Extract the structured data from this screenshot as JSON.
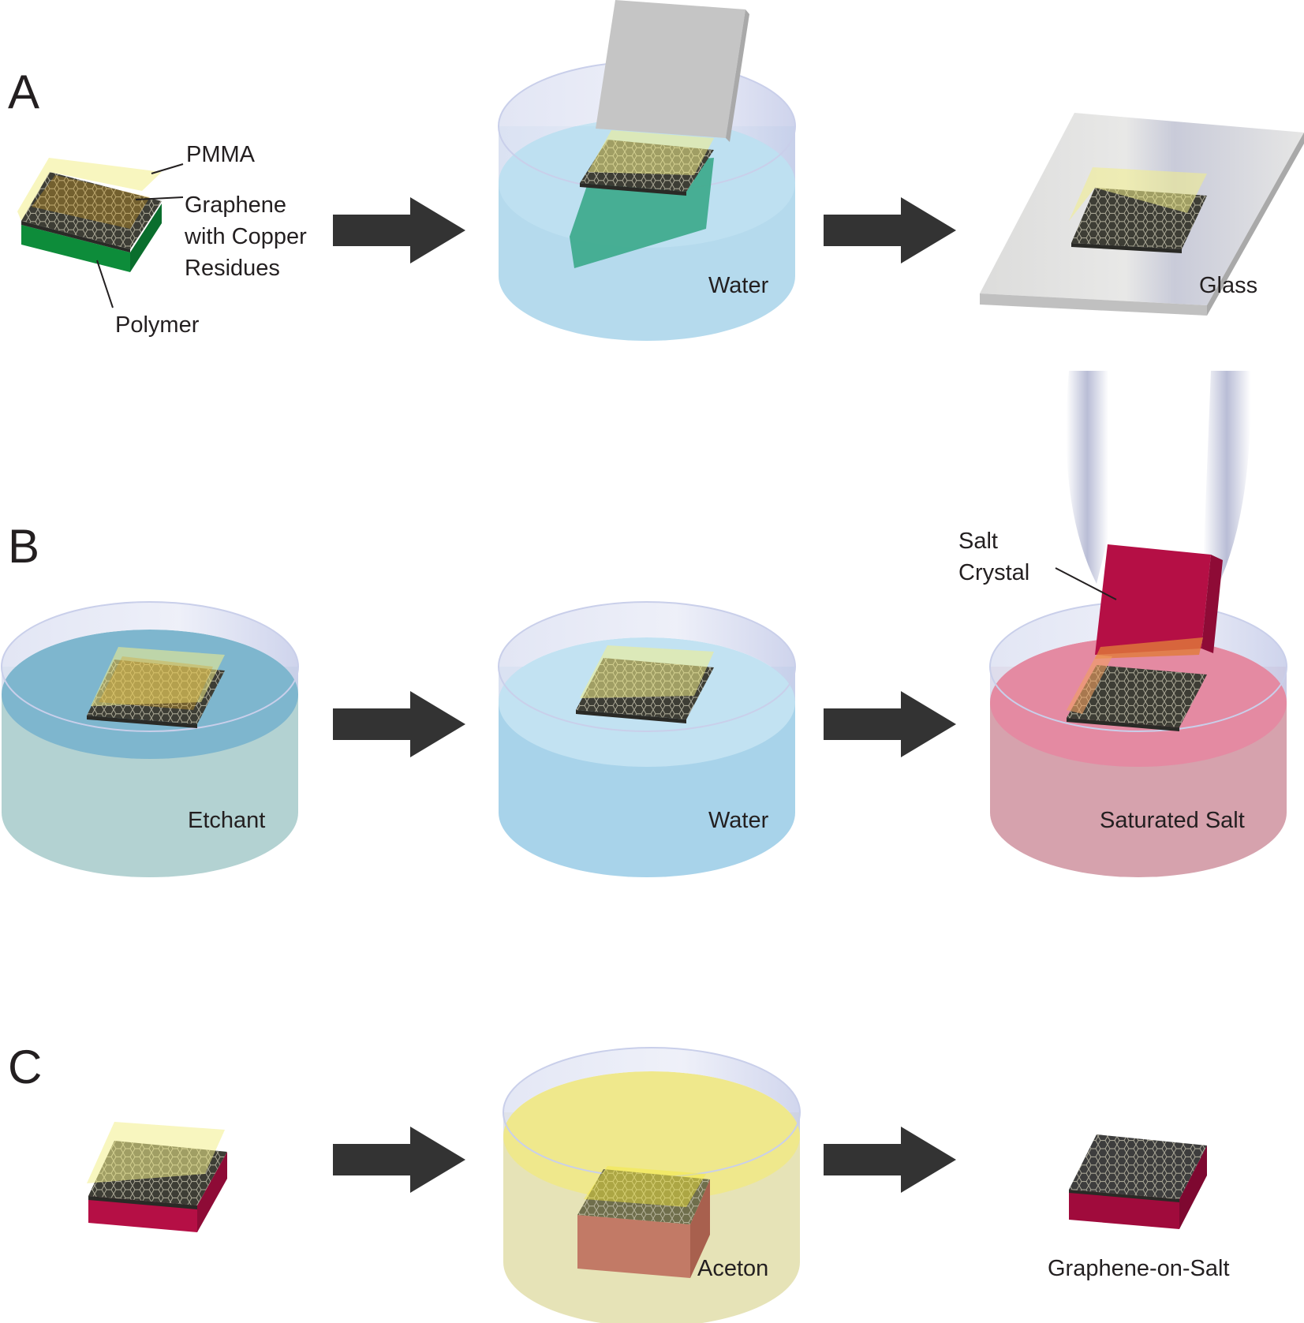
{
  "panels": {
    "a": "A",
    "b": "B",
    "c": "C"
  },
  "labels": {
    "pmma": "PMMA",
    "graphene_cu": "Graphene\nwith Copper\nResidues",
    "polymer": "Polymer",
    "water_a": "Water",
    "glass": "Glass",
    "salt_crystal": "Salt\nCrystal",
    "etchant": "Etchant",
    "water_b": "Water",
    "saturated_salt": "Saturated Salt",
    "aceton": "Aceton",
    "graphene_on_salt": "Graphene-on-Salt"
  },
  "colors": {
    "polymer": "#0d8c3a",
    "salt": "#b50f45",
    "graphene": "#3d3d35",
    "pmma": "#f3ee8a",
    "water": "#a8d3ea",
    "etchant": "#b3d2d2",
    "saturated_salt": "#e48aa2",
    "aceton": "#efe9a2",
    "arrow": "#333333",
    "glass": "#cfd0cf"
  }
}
